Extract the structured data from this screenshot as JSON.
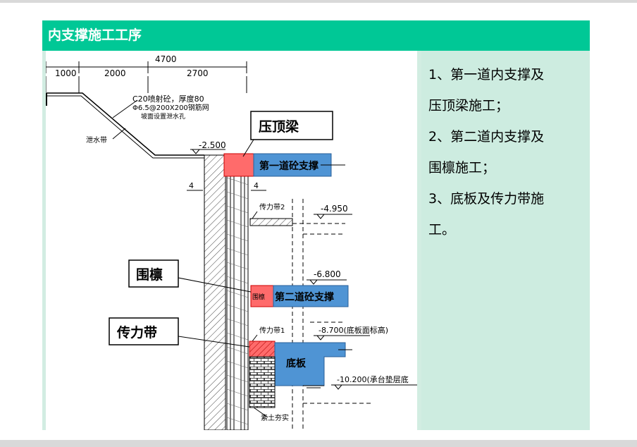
{
  "slide": {
    "title": "内支撑施工工序",
    "steps": [
      "1、第一道内支撑及",
      "压顶梁施工；",
      "2、第二道内支撑及",
      "围檩施工；",
      "3、底板及传力带施",
      "工。"
    ]
  },
  "drawing": {
    "dims": {
      "total": "4700",
      "d1": "1000",
      "d2": "2000",
      "d3": "2700"
    },
    "notes": {
      "shotcrete1": "C20喷射砼，厚度80",
      "shotcrete2": "Φ6.5@200X200钢筋网",
      "shotcrete3": "坡面设置泄水孔",
      "drain": "泄水带",
      "section": "4",
      "section2": "4"
    },
    "elevations": {
      "e1": "-2.500",
      "e2": "-4.950",
      "e3": "-6.800",
      "e4": "-8.700(底板面标高)",
      "e5": "-10.200(承台垫层底"
    },
    "small_labels": {
      "belt2": "传力带2",
      "belt1": "传力带1",
      "purlin_small": "围檩",
      "soil": "素土夯实"
    },
    "callouts": {
      "cap_beam": "压顶梁",
      "purlin": "围檩",
      "force_belt": "传力带"
    },
    "boxes": {
      "strut1": "第一道砼支撑",
      "strut2": "第二道砼支撑",
      "slab": "底板"
    },
    "colors": {
      "red": "#ff6b6b",
      "blue": "#4f94d4",
      "green_title": "#00c896",
      "panel": "#cdece0"
    }
  }
}
